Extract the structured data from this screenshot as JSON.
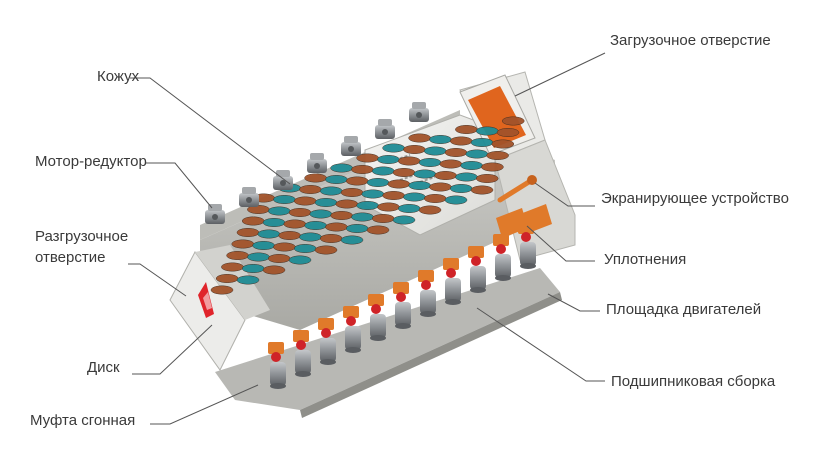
{
  "labels": {
    "loading_opening": "Загрузочное отверстие",
    "casing": "Кожух",
    "motor_reducer": "Мотор-редуктор",
    "screening_device": "Экранирующее устройство",
    "unloading_opening": "Разгрузочное отверстие",
    "seals": "Уплотнения",
    "motor_platform": "Площадка двигателей",
    "disc": "Диск",
    "bearing_assembly": "Подшипниковая сборка",
    "drive_coupling": "Муфта сгонная"
  },
  "colors": {
    "casing_light": "#efefed",
    "casing_mid": "#d6d6d2",
    "casing_dark": "#9b9b96",
    "inlet_orange": "#e0651e",
    "disc_brown": "#a2532a",
    "disc_teal": "#1f8c95",
    "motor_gray": "#8e9296",
    "bearing_orange": "#e07a2a",
    "coupling_red": "#cf2328",
    "warning_red": "#e0242b",
    "leader_line": "#555555",
    "text": "#3a3a3a"
  },
  "counts": {
    "top_motors": 7,
    "shafts": 11
  }
}
